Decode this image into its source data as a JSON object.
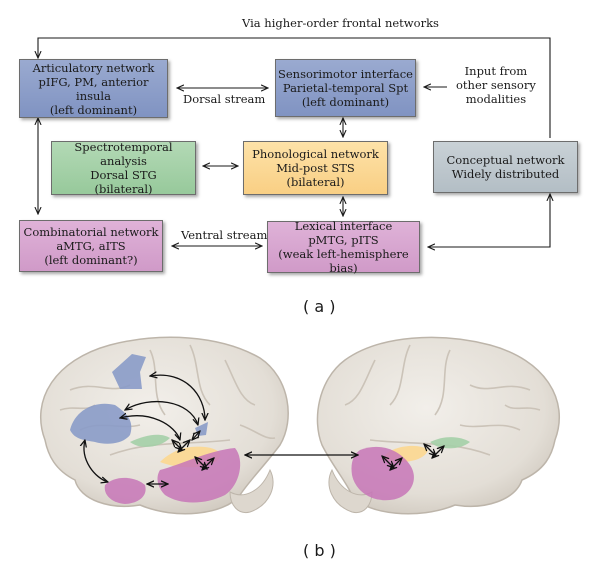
{
  "panel_a": {
    "label": "( a )",
    "top_arrow_label": "Via higher-order frontal networks",
    "dorsal_label": "Dorsal stream",
    "ventral_label": "Ventral stream",
    "input_label": [
      "Input from",
      "other sensory",
      "modalities"
    ],
    "boxes": {
      "articulatory": [
        "Articulatory network",
        "pIFG, PM, anterior insula",
        "(left dominant)"
      ],
      "sensorimotor": [
        "Sensorimotor interface",
        "Parietal-temporal Spt",
        "(left dominant)"
      ],
      "spectrotemporal": [
        "Spectrotemporal analysis",
        "Dorsal STG",
        "(bilateral)"
      ],
      "phonological": [
        "Phonological network",
        "Mid-post STS",
        "(bilateral)"
      ],
      "conceptual": [
        "Conceptual network",
        "Widely distributed"
      ],
      "combinatorial": [
        "Combinatorial network",
        "aMTG, aITS",
        "(left dominant?)"
      ],
      "lexical": [
        "Lexical interface",
        "pMTG, pITS",
        "(weak left-hemisphere bias)"
      ]
    },
    "colors": {
      "blue": "#8a9bc8",
      "yellow": "#fbd893",
      "green": "#a4cfa7",
      "pink": "#d7a6d0",
      "grey": "#bdc7cd"
    }
  },
  "panel_b": {
    "label": "( b )"
  }
}
